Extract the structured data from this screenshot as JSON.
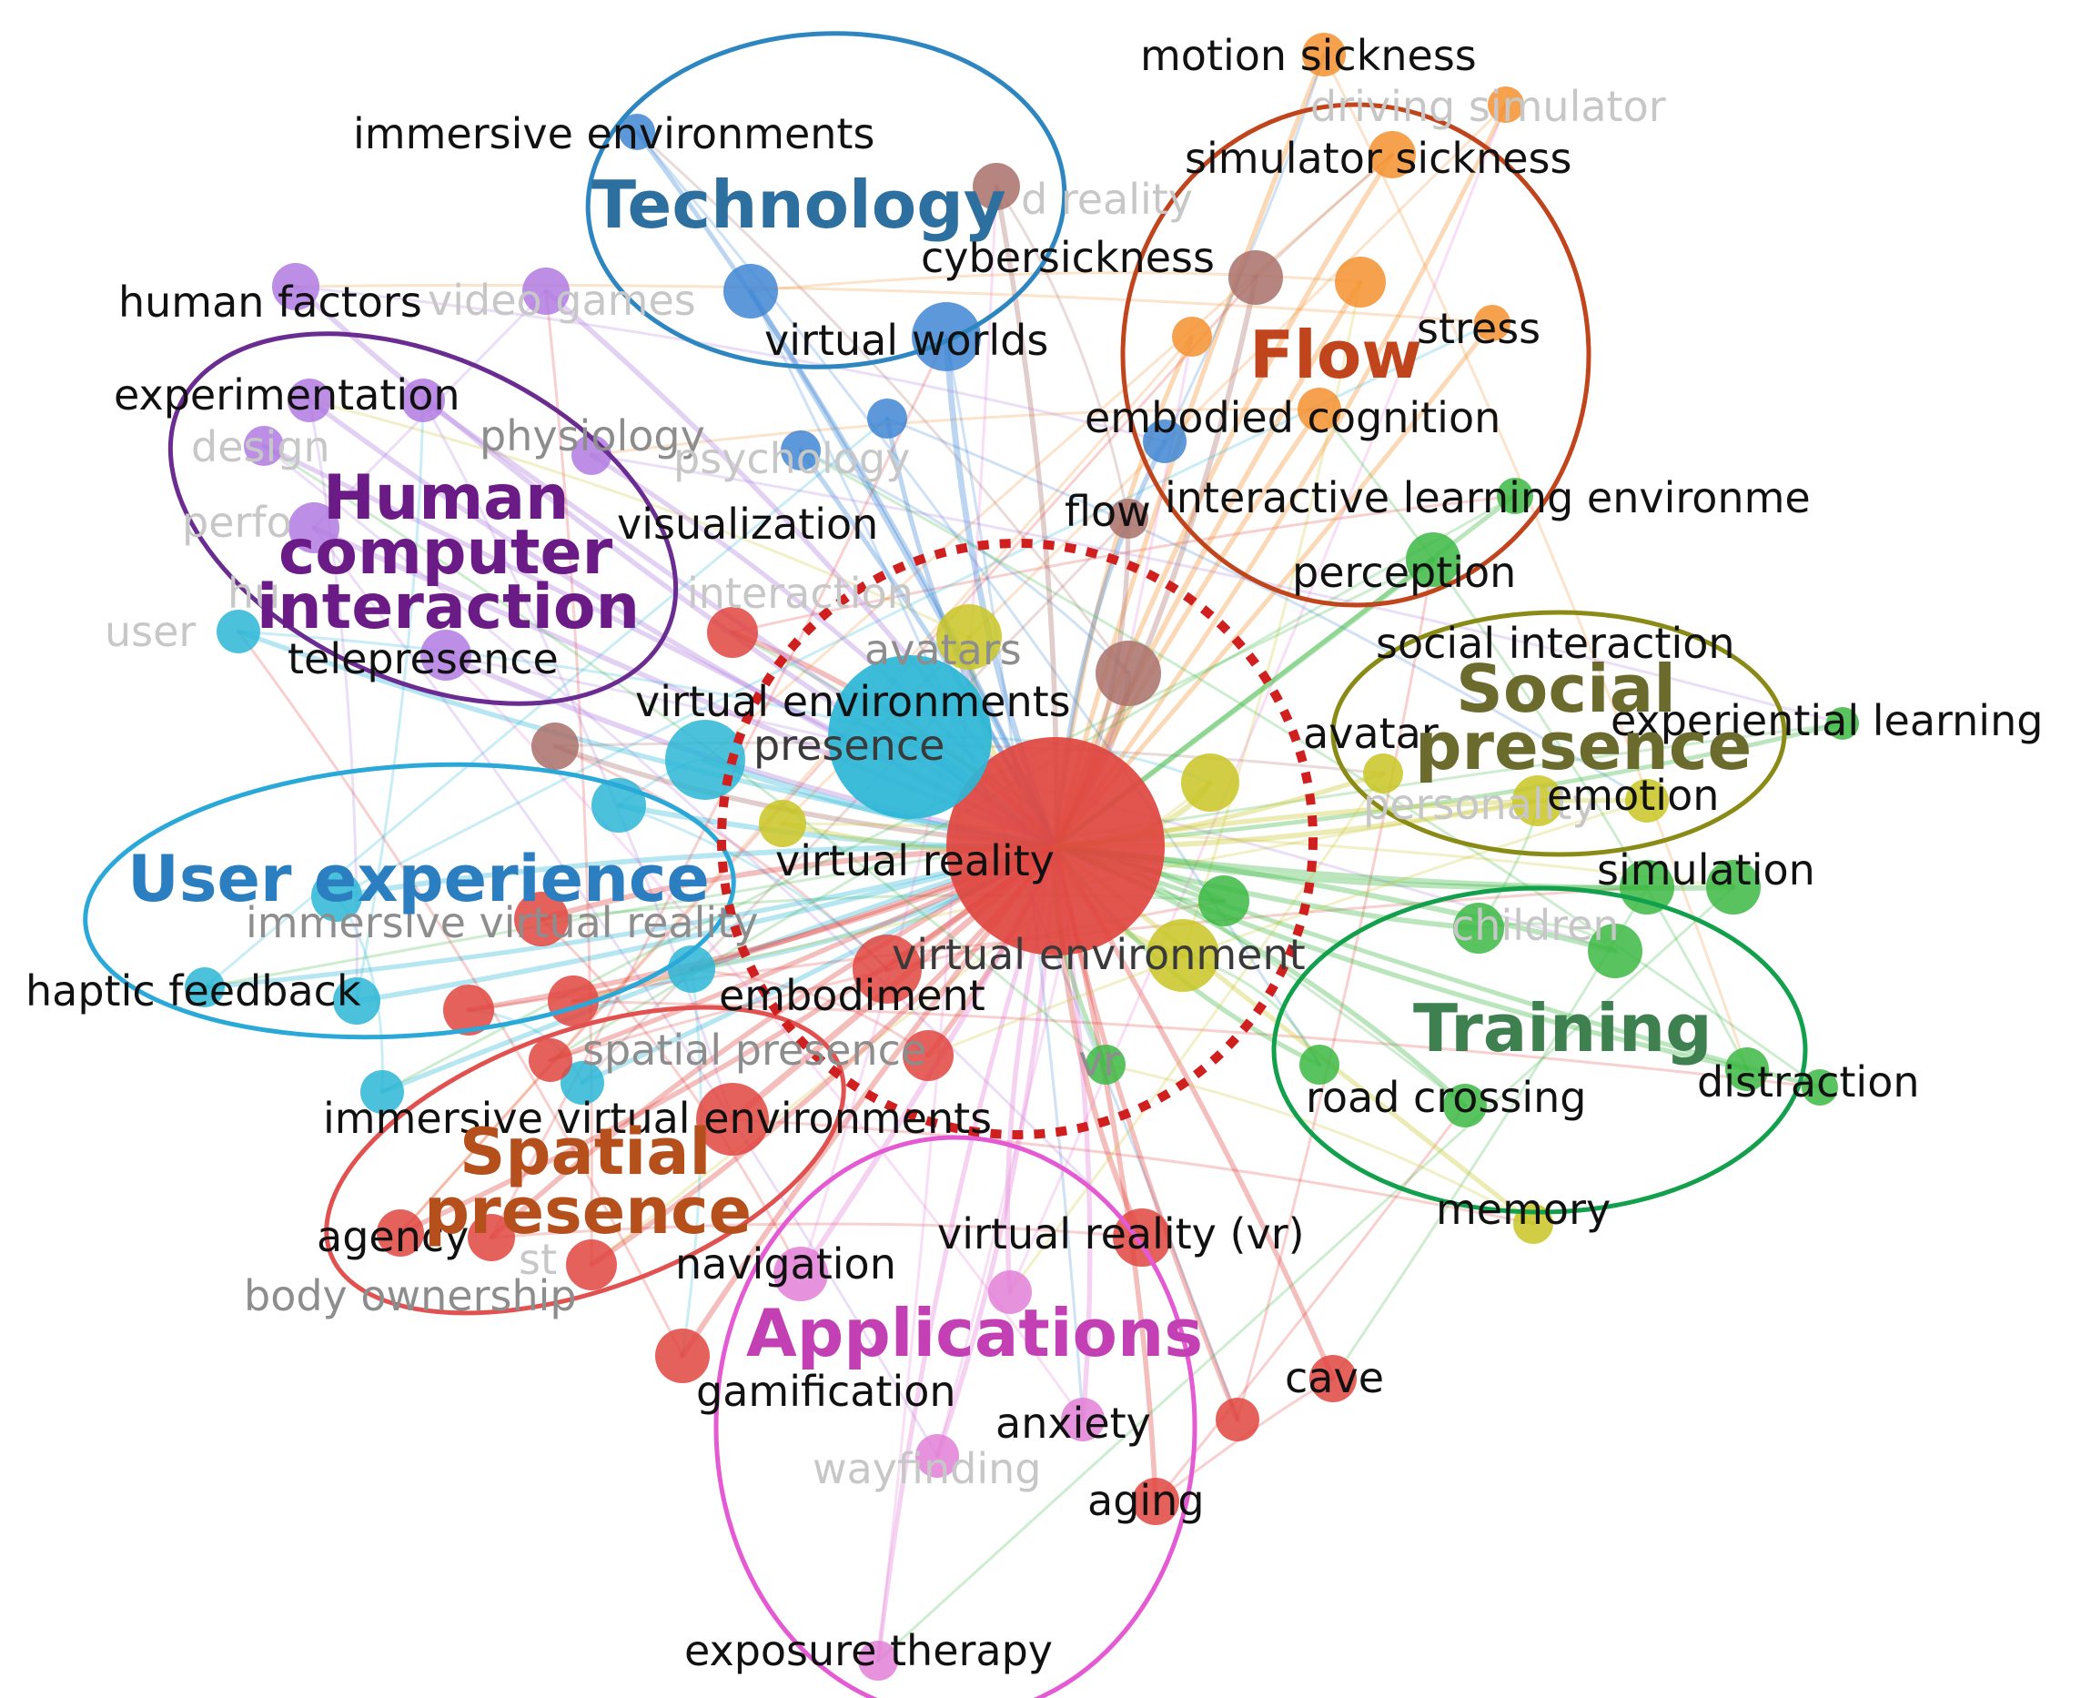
{
  "colors": {
    "red": "#e0453f",
    "cyan": "#2bb6d6",
    "green": "#3cb843",
    "yellow": "#c9c524",
    "orange": "#f5912f",
    "purple": "#b07ae0",
    "blue": "#3f86d3",
    "pink": "#e27fd6",
    "brown": "#a9706a"
  },
  "clusters": [
    {
      "id": "technology",
      "label": "Technology",
      "color": "#2d6f9e",
      "ring": "#2e86c1"
    },
    {
      "id": "flow",
      "label": "Flow",
      "color": "#c0451d",
      "ring": "#c0451d"
    },
    {
      "id": "hci",
      "label_lines": [
        "Human",
        "computer",
        "interaction"
      ],
      "color": "#6a1b86",
      "ring": "#6a2c91"
    },
    {
      "id": "social",
      "label_lines": [
        "Social",
        "presence"
      ],
      "color": "#6b6b2e",
      "ring": "#8a8a17"
    },
    {
      "id": "ux",
      "label": "User experience",
      "color": "#2b7fc0",
      "ring": "#2aa8d8"
    },
    {
      "id": "training",
      "label": "Training",
      "color": "#3f8050",
      "ring": "#13a04c"
    },
    {
      "id": "spatial",
      "label_lines": [
        "Spatial",
        "presence"
      ],
      "color": "#b5501d",
      "ring": "#e0514f"
    },
    {
      "id": "applications",
      "label": "Applications",
      "color": "#c23fb4",
      "ring": "#e45ad2"
    }
  ],
  "terms": {
    "virtual_reality": "virtual reality",
    "presence": "presence",
    "virtual_environments": "virtual environments",
    "virtual_environment": "virtual environment",
    "avatars": "avatars",
    "embodiment": "embodiment",
    "spatial_presence": "spatial presence",
    "vr": "vr",
    "immersive_virtual_environments": "immersive virtual environments",
    "immersive_virtual_reality": "immersive virtual reality",
    "haptic_feedback": "haptic feedback",
    "user": "user",
    "telepresence": "telepresence",
    "human_factors": "human factors",
    "video_games": "video games",
    "experimentation": "experimentation",
    "design": "design",
    "physiology": "physiology",
    "psychology": "psychology",
    "performance": "perfo",
    "visualization": "visualization",
    "immersive_environments": "immersive environments",
    "augmented_reality": "d reality",
    "cybersickness": "cybersickness",
    "virtual_worlds": "virtual worlds",
    "motion_sickness": "motion sickness",
    "driving_simulator": "driving simulator",
    "simulator_sickness": "simulator sickness",
    "stress": "stress",
    "embodied_cognition": "embodied cognition",
    "flow": "flow",
    "interactive_learning": "interactive learning environme",
    "perception": "perception",
    "social_interaction": "social interaction",
    "experiential_learning": "experiential learning",
    "avatar": "avatar",
    "emotion": "emotion",
    "personality": "personality",
    "simulation": "simulation",
    "children": "children",
    "road_crossing": "road crossing",
    "distraction": "distraction",
    "memory": "memory",
    "agency": "agency",
    "body_ownership": "body ownership",
    "navigation": "navigation",
    "virtual_reality_vr": "virtual reality (vr)",
    "gamification": "gamification",
    "anxiety": "anxiety",
    "wayfinding": "wayfinding",
    "aging": "aging",
    "cave": "cave",
    "exposure_therapy": "exposure therapy",
    "hci_faint": "interaction",
    "hu_faint": "hu",
    "st_faint": "st"
  }
}
